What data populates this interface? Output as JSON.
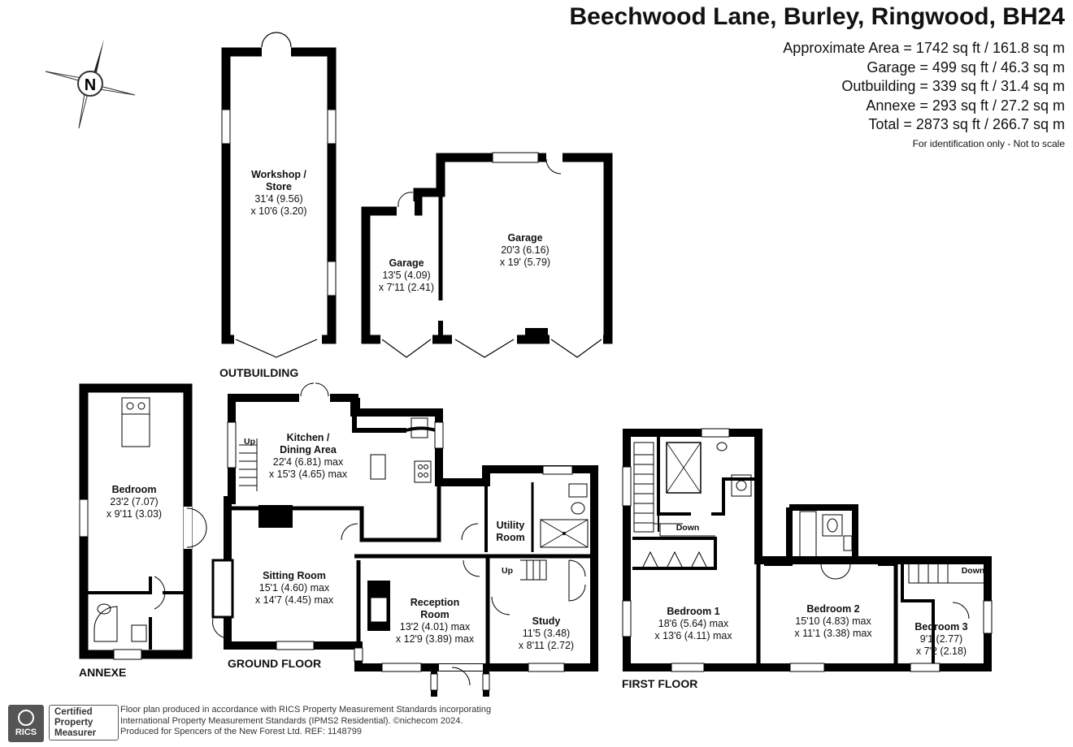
{
  "header": {
    "address": "Beechwood Lane, Burley, Ringwood, BH24",
    "areas": [
      "Approximate Area = 1742 sq ft / 161.8 sq m",
      "Garage = 499 sq ft / 46.3 sq m",
      "Outbuilding = 339 sq ft / 31.4 sq m",
      "Annexe = 293 sq ft / 27.2 sq m",
      "Total = 2873 sq ft / 266.7 sq m"
    ],
    "note": "For identification only - Not to scale"
  },
  "compass": {
    "letter": "N"
  },
  "sections": {
    "outbuilding": "OUTBUILDING",
    "annexe": "ANNEXE",
    "ground_floor": "GROUND FLOOR",
    "first_floor": "FIRST FLOOR"
  },
  "rooms": {
    "workshop": {
      "name1": "Workshop /",
      "name2": "Store",
      "dim1": "31'4 (9.56)",
      "dim2": "x 10'6 (3.20)"
    },
    "garage_small": {
      "name": "Garage",
      "dim1": "13'5 (4.09)",
      "dim2": "x 7'11 (2.41)"
    },
    "garage_large": {
      "name": "Garage",
      "dim1": "20'3 (6.16)",
      "dim2": "x 19' (5.79)"
    },
    "annexe_bedroom": {
      "name": "Bedroom",
      "dim1": "23'2 (7.07)",
      "dim2": "x 9'11 (3.03)"
    },
    "kitchen": {
      "name1": "Kitchen /",
      "name2": "Dining Area",
      "dim1": "22'4 (6.81) max",
      "dim2": "x 15'3 (4.65) max"
    },
    "sitting": {
      "name": "Sitting Room",
      "dim1": "15'1 (4.60) max",
      "dim2": "x 14'7 (4.45) max"
    },
    "reception": {
      "name1": "Reception",
      "name2": "Room",
      "dim1": "13'2 (4.01) max",
      "dim2": "x 12'9 (3.89) max"
    },
    "utility": {
      "name1": "Utility",
      "name2": "Room"
    },
    "study": {
      "name": "Study",
      "dim1": "11'5 (3.48)",
      "dim2": "x 8'11 (2.72)"
    },
    "bedroom1": {
      "name": "Bedroom 1",
      "dim1": "18'6 (5.64) max",
      "dim2": "x 13'6 (4.11) max"
    },
    "bedroom2": {
      "name": "Bedroom 2",
      "dim1": "15'10 (4.83) max",
      "dim2": "x 11'1 (3.38) max"
    },
    "bedroom3": {
      "name": "Bedroom 3",
      "dim1": "9'1 (2.77)",
      "dim2": "x 7'2 (2.18)"
    }
  },
  "stairs": {
    "up1": "Up",
    "up2": "Up",
    "down1": "Down",
    "down2": "Down"
  },
  "footer": {
    "line1": "Floor plan produced in accordance with RICS Property Measurement Standards incorporating",
    "line2": "International Property Measurement Standards (IPMS2 Residential).  ©nichecom 2024.",
    "line3": "Produced for Spencers of the New Forest Ltd.   REF:  1148799"
  },
  "badge": {
    "logo_text": "RICS",
    "cert1": "Certified",
    "cert2": "Property",
    "cert3": "Measurer"
  },
  "colors": {
    "wall": "#000000",
    "window": "#ffffff",
    "text": "#111111"
  }
}
